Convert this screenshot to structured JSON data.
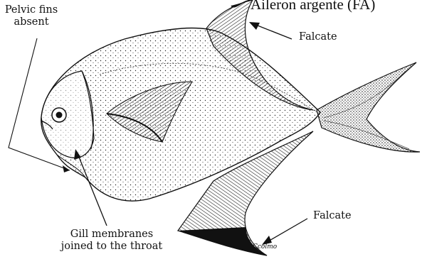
{
  "title": "Aileron argente (FA)",
  "labels": {
    "pelvic": [
      "Pelvic fins",
      "absent"
    ],
    "falcate_top": "Falcate",
    "falcate_bottom": "Falcate",
    "gill": [
      "Gill membranes",
      "joined to the throat"
    ]
  },
  "signature": "Ccolmo"
}
